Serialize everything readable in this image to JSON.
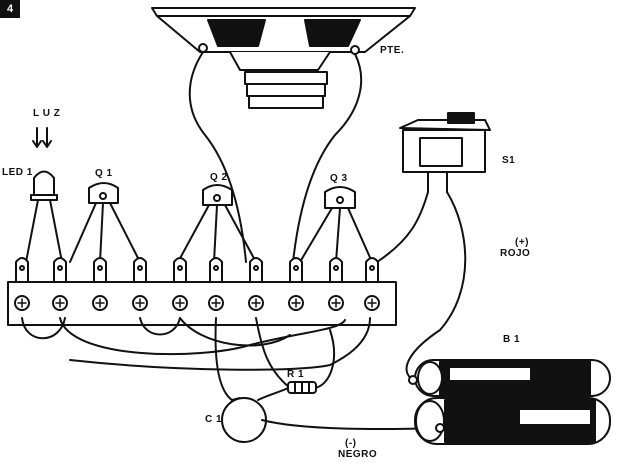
{
  "page_badge": "4",
  "labels": {
    "light": "L U Z",
    "led": "LED 1",
    "q1": "Q 1",
    "q2": "Q 2",
    "q3": "Q 3",
    "speaker": "PTE.",
    "switch": "S1",
    "battery": "B 1",
    "resistor": "R 1",
    "capacitor": "C 1",
    "red_sign": "(+)",
    "red_word": "ROJO",
    "black_sign": "(-)",
    "black_word": "NEGRO"
  }
}
